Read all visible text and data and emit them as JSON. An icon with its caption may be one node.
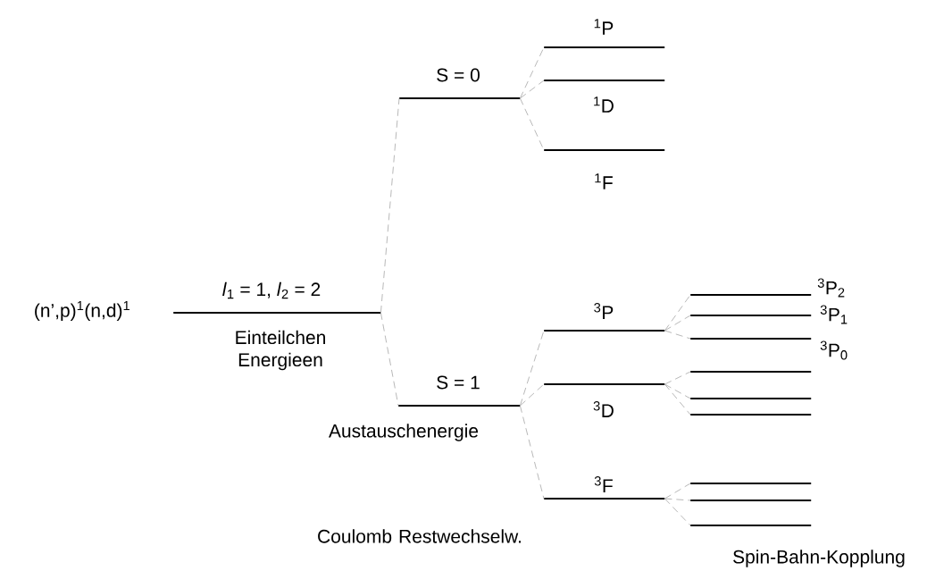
{
  "diagram": {
    "nodes": [
      {
        "text": [
          "(n’,p)$^{1}$(n,d)$^{1}$",
          "*l*$_{1}$ = 1, *l*$_{2}$ = 2"
        ]
      },
      {
        "text": [
          "S = 0"
        ]
      },
      {
        "text": [
          "S = 1"
        ]
      },
      {
        "text": [
          "$^{1}$P"
        ]
      },
      {
        "text": [
          "$^{1}$D"
        ]
      },
      {
        "text": [
          "$^{1}$F"
        ]
      },
      {
        "text": [
          "$^{3}$P"
        ]
      },
      {
        "text": [
          "$^{3}$D"
        ]
      },
      {
        "text": [
          "$^{3}$F"
        ]
      },
      {
        "text": [
          "$^{3}$P$_{2}$"
        ]
      },
      {
        "text": [
          "$^{3}$P$_{1}$"
        ]
      },
      {
        "text": [
          "$^{3}$P$_{0}$"
        ]
      },
      {
        "text": [],
        "shape": "bar"
      },
      {
        "text": [],
        "shape": "bar"
      },
      {
        "text": [],
        "shape": "bar"
      },
      {
        "text": [],
        "shape": "bar"
      },
      {
        "text": [],
        "shape": "bar"
      },
      {
        "text": [],
        "shape": "bar"
      }
    ],
    "edges": [
      {
        "from": 0,
        "to": 1,
        "arrow": "none"
      },
      {
        "from": 0,
        "to": 2,
        "arrow": "none"
      },
      {
        "from": 1,
        "to": 3,
        "arrow": "none"
      },
      {
        "from": 1,
        "to": 4,
        "arrow": "none"
      },
      {
        "from": 1,
        "to": 5,
        "arrow": "none"
      },
      {
        "from": 2,
        "to": 6,
        "arrow": "none"
      },
      {
        "from": 2,
        "to": 7,
        "arrow": "none"
      },
      {
        "from": 2,
        "to": 8,
        "arrow": "none"
      },
      {
        "from": 6,
        "to": 9,
        "arrow": "none"
      },
      {
        "from": 6,
        "to": 10,
        "arrow": "none"
      },
      {
        "from": 6,
        "to": 11,
        "arrow": "none"
      },
      {
        "from": 7,
        "to": 12,
        "arrow": "none"
      },
      {
        "from": 7,
        "to": 13,
        "arrow": "none"
      },
      {
        "from": 7,
        "to": 14,
        "arrow": "none"
      },
      {
        "from": 8,
        "to": 15,
        "arrow": "none"
      },
      {
        "from": 8,
        "to": 16,
        "arrow": "none"
      },
      {
        "from": 8,
        "to": 17,
        "arrow": "none"
      }
    ],
    "labels": [
      "Einteilchen Energieen",
      "Austauschenergie",
      "Coulomb Restwechselw.",
      "Spin-Bahn-Kopplung"
    ]
  }
}
